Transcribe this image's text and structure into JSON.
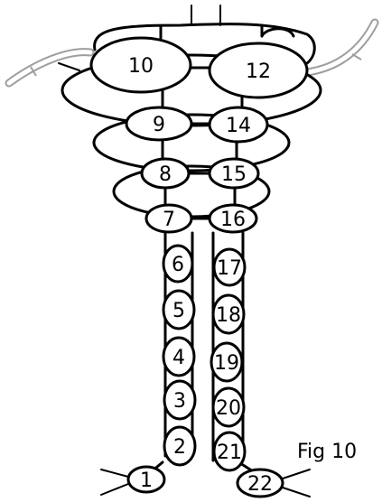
{
  "figure": {
    "caption": "Fig 10",
    "colors": {
      "thread": "#000000",
      "bead_fill": "#ffffff",
      "cord": "#9e9e9e"
    },
    "beads": [
      {
        "id": "1",
        "label": "1"
      },
      {
        "id": "2",
        "label": "2"
      },
      {
        "id": "3",
        "label": "3"
      },
      {
        "id": "4",
        "label": "4"
      },
      {
        "id": "5",
        "label": "5"
      },
      {
        "id": "6",
        "label": "6"
      },
      {
        "id": "7",
        "label": "7"
      },
      {
        "id": "8",
        "label": "8"
      },
      {
        "id": "9",
        "label": "9"
      },
      {
        "id": "10",
        "label": "10"
      },
      {
        "id": "12",
        "label": "12"
      },
      {
        "id": "14",
        "label": "14"
      },
      {
        "id": "15",
        "label": "15"
      },
      {
        "id": "16",
        "label": "16"
      },
      {
        "id": "17",
        "label": "17"
      },
      {
        "id": "18",
        "label": "18"
      },
      {
        "id": "19",
        "label": "19"
      },
      {
        "id": "20",
        "label": "20"
      },
      {
        "id": "21",
        "label": "21"
      },
      {
        "id": "22",
        "label": "22"
      }
    ]
  }
}
